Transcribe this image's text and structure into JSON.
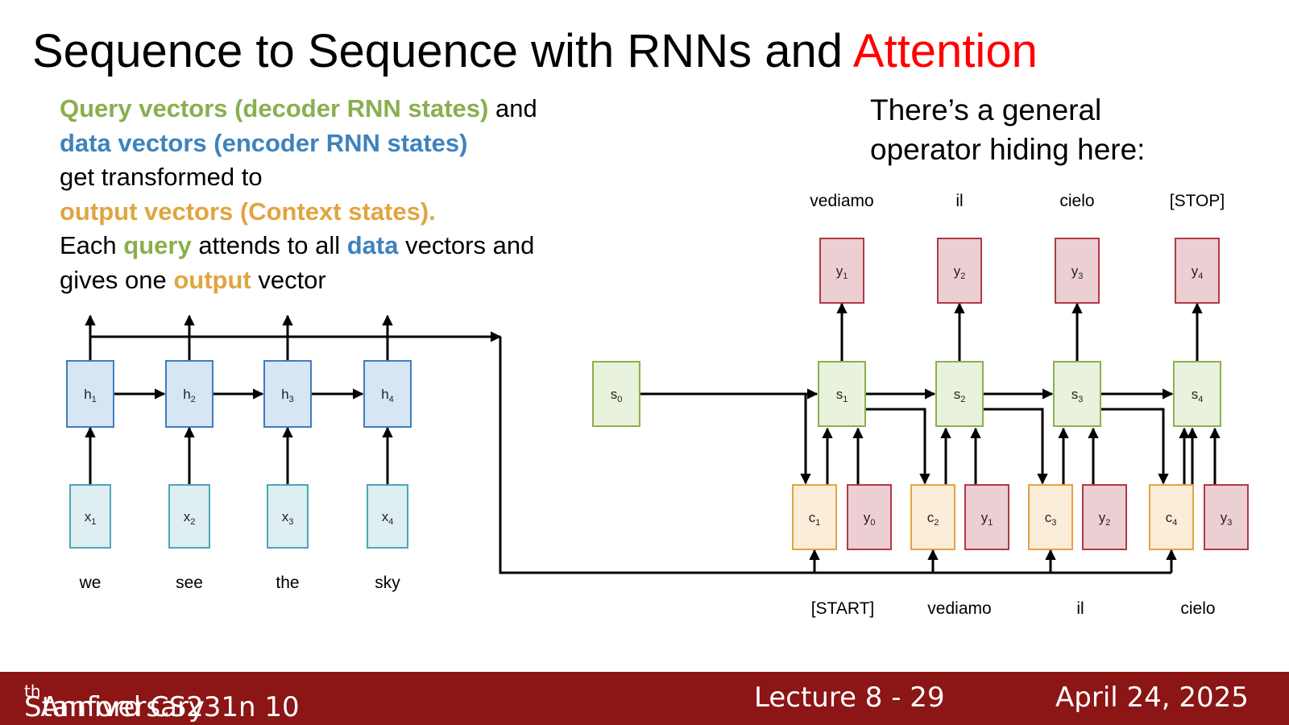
{
  "slide": {
    "title_main": "Sequence to Sequence with RNNs and",
    "title_accent": "Attention",
    "desc": {
      "l1_a": "Query vectors (decoder RNN states)",
      "l1_b": " and",
      "l2": "data vectors (encoder RNN states)",
      "l3": "get transformed to",
      "l4": "output vectors (Context states).",
      "l5_a": "Each ",
      "l5_b": "query",
      "l5_c": " attends to all ",
      "l5_d": "data",
      "l5_e": " vectors and",
      "l6_a": "gives one ",
      "l6_b": "output",
      "l6_c": " vector"
    },
    "note": {
      "l1": "There’s a general",
      "l2": "operator hiding here:"
    }
  },
  "diagram": {
    "encoder": {
      "h": [
        "h",
        "h",
        "h",
        "h"
      ],
      "x": [
        "x",
        "x",
        "x",
        "x"
      ],
      "subs": [
        "1",
        "2",
        "3",
        "4"
      ],
      "words": [
        "we",
        "see",
        "the",
        "sky"
      ]
    },
    "decoder": {
      "s0": {
        "label": "s",
        "sub": "0"
      },
      "s": [
        "s",
        "s",
        "s",
        "s"
      ],
      "y_out": [
        "y",
        "y",
        "y",
        "y"
      ],
      "out_subs": [
        "1",
        "2",
        "3",
        "4"
      ],
      "out_words": [
        "vediamo",
        "il",
        "cielo",
        "[STOP]"
      ],
      "c": [
        "c",
        "c",
        "c",
        "c"
      ],
      "y_in": [
        "y",
        "y",
        "y",
        "y"
      ],
      "in_subs": [
        "0",
        "1",
        "2",
        "3"
      ],
      "in_words": [
        "[START]",
        "vediamo",
        "il",
        "cielo"
      ]
    },
    "colors": {
      "h_fill": "#d7e6f3",
      "h_stroke": "#3f7dbd",
      "x_fill": "#deeef1",
      "x_stroke": "#4aa8b8",
      "s_fill": "#e9f2dc",
      "s_stroke": "#8db04d",
      "y_fill": "#eccfd3",
      "y_stroke": "#b03a45",
      "c_fill": "#fbedd8",
      "c_stroke": "#e2a444"
    }
  },
  "footer": {
    "course_a": "Stanford CS231n 10",
    "course_sup": "th",
    "course_b": " Anniversary",
    "lecture": "Lecture 8 -  29",
    "date": "April 24, 2025"
  }
}
